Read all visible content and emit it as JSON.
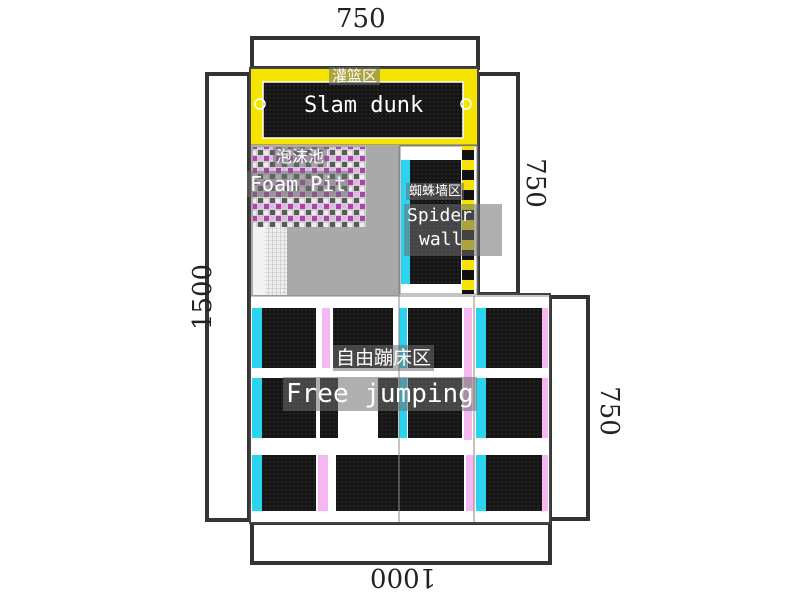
{
  "dimensions": {
    "top": "750",
    "left": "1500",
    "right_upper": "750",
    "right_lower": "750",
    "bottom": "1000"
  },
  "zones": {
    "slam_dunk": {
      "zh": "灌篮区",
      "en": "Slam dunk"
    },
    "foam_pit": {
      "zh": "泡沫池",
      "en": "Foam Pit"
    },
    "spider_wall": {
      "zh": "蜘蛛墙区",
      "en_line1": "Spider",
      "en_line2": "wall"
    },
    "free_jumping": {
      "zh": "自由蹦床区",
      "en": "Free jumping"
    }
  },
  "colors": {
    "slam_frame": "#f5e400",
    "trampoline": "#1c1c1c",
    "pad_cyan": "#2bd3ee",
    "pad_pink": "#f4b7f0",
    "floor_gray": "#a9a9a9",
    "outline": "#444444"
  }
}
